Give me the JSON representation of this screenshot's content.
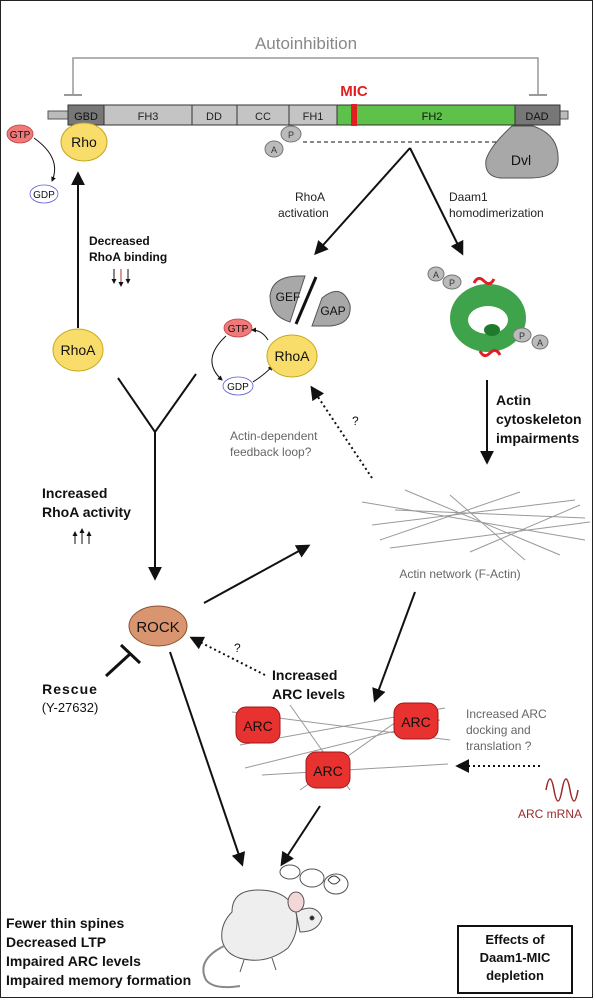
{
  "autoinhibition": "Autoinhibition",
  "mic_label": "MIC",
  "domains": {
    "gbd": "GBD",
    "fh3": "FH3",
    "dd": "DD",
    "cc": "CC",
    "fh1": "FH1",
    "fh2": "FH2",
    "dad": "DAD"
  },
  "dvl": "Dvl",
  "rho": "Rho",
  "gtp": "GTP",
  "gdp": "GDP",
  "phospho_a": "A",
  "phospho_p": "P",
  "rhoa_activation": [
    "RhoA",
    "activation"
  ],
  "daam1_homodimerization": [
    "Daam1",
    "homodimerization"
  ],
  "decreased_rhoa_binding": [
    "Decreased",
    "RhoA binding"
  ],
  "rhoa": "RhoA",
  "gef": "GEF",
  "gap": "GAP",
  "question": "?",
  "actin_dependent_feedback": [
    "Actin-dependent",
    "feedback loop?"
  ],
  "actin_cytoskeleton_impairments": [
    "Actin",
    "cytoskeleton",
    "impairments"
  ],
  "increased_rhoa_activity": [
    "Increased",
    "RhoA activity"
  ],
  "actin_network": "Actin network (F-Actin)",
  "rock": "ROCK",
  "increased_arc_levels": [
    "Increased",
    "ARC levels"
  ],
  "rescue": "Rescue",
  "rescue_compound": "(Y-27632)",
  "arc": "ARC",
  "increased_arc_docking": [
    "Increased ARC",
    "docking and",
    "translation ?"
  ],
  "arc_mrna": "ARC mRNA",
  "effects_list": [
    "Fewer thin spines",
    "Decreased LTP",
    "Impaired ARC levels",
    "Impaired memory formation"
  ],
  "effects_box": [
    "Effects of",
    "Daam1-MIC",
    "depletion"
  ],
  "colors": {
    "rho_yellow": "#f9dd6b",
    "gtp_red": "#f07a7a",
    "fh2_green": "#5ec24a",
    "mic_red": "#e02020",
    "rock_brown": "#d9956f",
    "arc_red": "#e8322f",
    "mrna_red": "#9b2a2a",
    "domain_grey": "#c4c4c4"
  }
}
